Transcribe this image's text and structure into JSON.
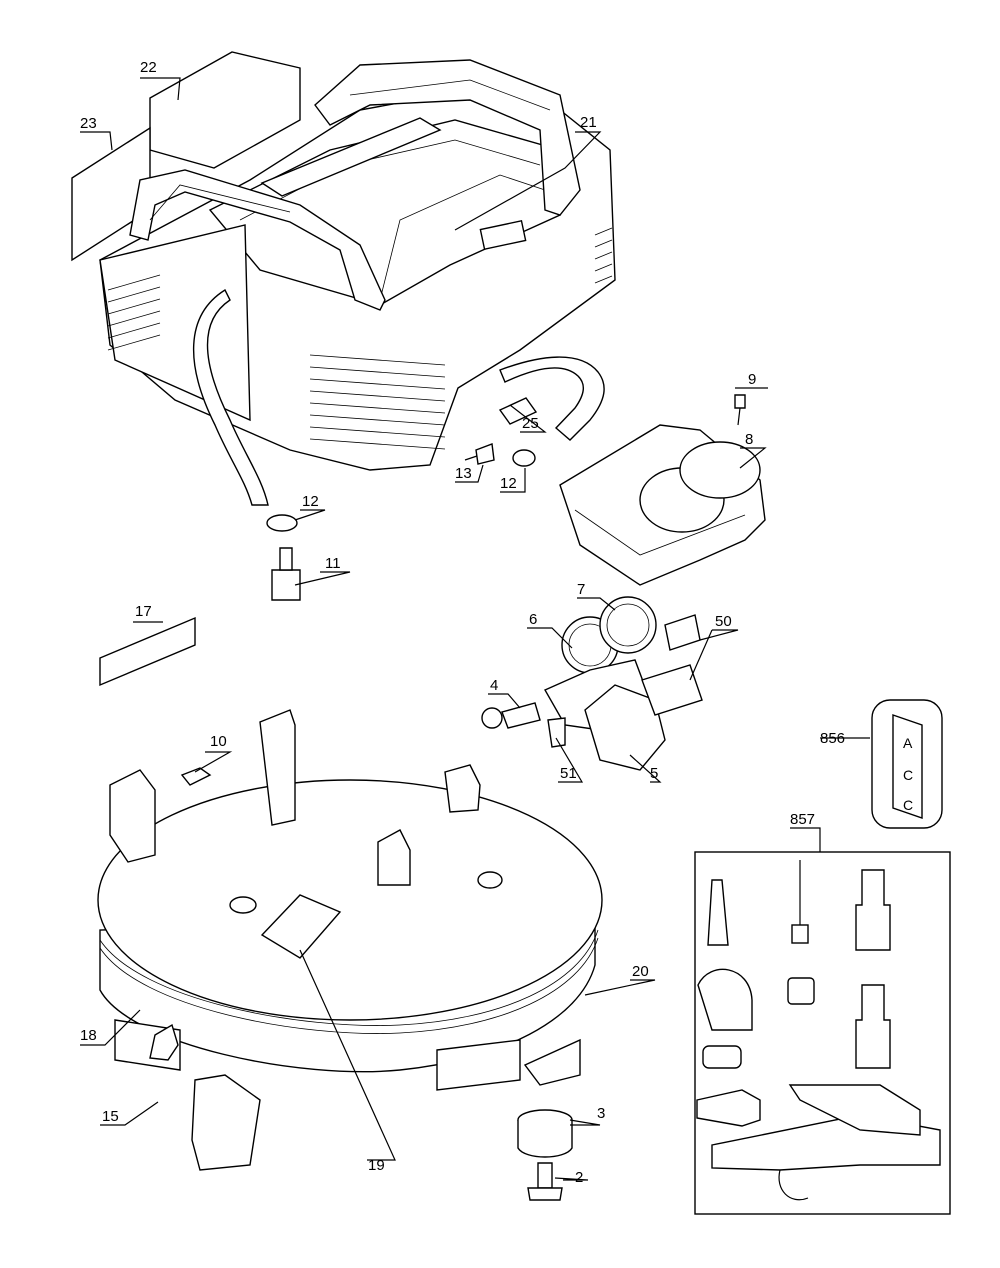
{
  "callouts": {
    "p2": "2",
    "p3": "3",
    "p4": "4",
    "p5": "5",
    "p6": "6",
    "p7": "7",
    "p8": "8",
    "p9": "9",
    "p10": "10",
    "p11": "11",
    "p12a": "12",
    "p12b": "12",
    "p13": "13",
    "p15": "15",
    "p17": "17",
    "p18": "18",
    "p19": "19",
    "p20": "20",
    "p21": "21",
    "p22": "22",
    "p23": "23",
    "p25": "25",
    "p50": "50",
    "p51": "51",
    "p856": "856",
    "p857": "857"
  },
  "tag_letters": [
    "A",
    "C",
    "C"
  ]
}
